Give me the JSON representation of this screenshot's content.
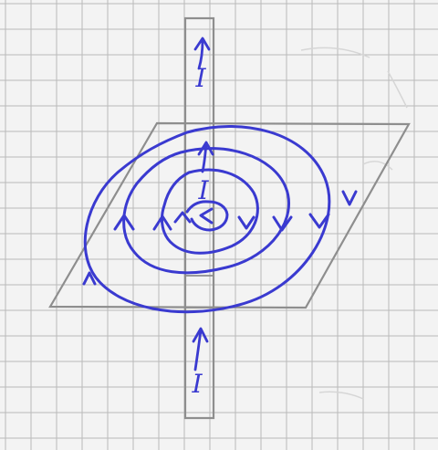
{
  "colors": {
    "paper": "#f3f3f3",
    "grid": "#b9b9b9",
    "pencil": "#8e8e8e",
    "ink": "#3a3ad0",
    "faint": "#d6d6d6"
  },
  "labels": {
    "current_top": "I",
    "current_center": "I",
    "current_bottom": "I"
  },
  "icons": {
    "current_arrow": "up-arrow-icon",
    "field_arrow": "arrowhead-icon"
  }
}
